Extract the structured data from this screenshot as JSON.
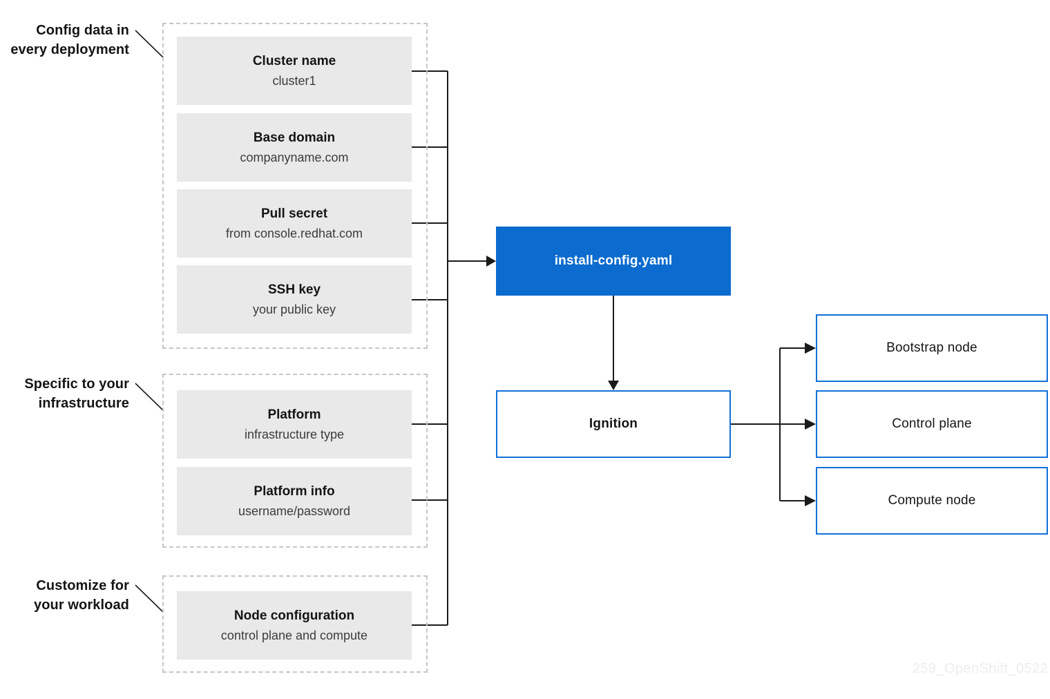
{
  "page": {
    "background": "#ffffff",
    "watermark": "259_OpenShift_0522"
  },
  "colors": {
    "accent_blue_fill": "#0b6bce",
    "node_border_blue": "#1170d9",
    "item_gray_fill": "#e9e9e9",
    "dashed_border_gray": "#c6c6c6",
    "connector_black": "#1a1a1a",
    "title_text": "#141414",
    "subtitle_text": "#3c3c3c",
    "watermark_gray": "#ededef"
  },
  "annotations": [
    {
      "name": "config-data-in-every-deployment",
      "lines": [
        "Config data in",
        "every deployment"
      ]
    },
    {
      "name": "specific-to-your-infrastructure",
      "lines": [
        "Specific to your",
        "infrastructure"
      ]
    },
    {
      "name": "customize-for-your-workload",
      "lines": [
        "Customize for",
        "your workload"
      ]
    }
  ],
  "config_groups": [
    {
      "name": "every-deployment-group",
      "items": [
        {
          "title": "Cluster name",
          "subtitle": "cluster1"
        },
        {
          "title": "Base domain",
          "subtitle": "companyname.com"
        },
        {
          "title": "Pull secret",
          "subtitle": "from console.redhat.com"
        },
        {
          "title": "SSH key",
          "subtitle": "your public key"
        }
      ]
    },
    {
      "name": "infrastructure-group",
      "items": [
        {
          "title": "Platform",
          "subtitle": "infrastructure type"
        },
        {
          "title": "Platform info",
          "subtitle": "username/password"
        }
      ]
    },
    {
      "name": "workload-group",
      "items": [
        {
          "title": "Node configuration",
          "subtitle": "control plane and compute"
        }
      ]
    }
  ],
  "flow": {
    "install_config_label": "install-config.yaml",
    "ignition_label": "Ignition",
    "targets": [
      "Bootstrap node",
      "Control plane",
      "Compute node"
    ]
  }
}
